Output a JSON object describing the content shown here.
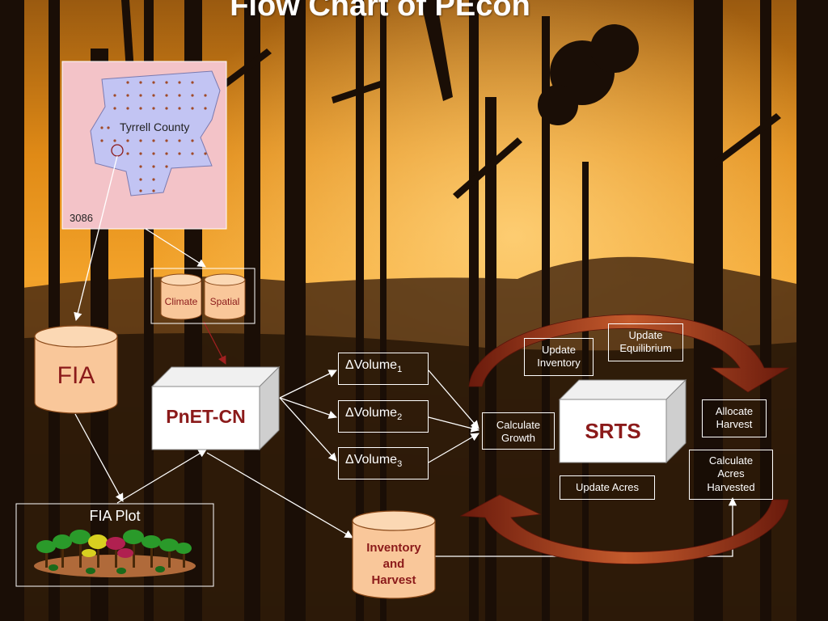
{
  "title": "Flow Chart of PEcon",
  "map": {
    "county_label": "Tyrrell County",
    "plot_count": "3086"
  },
  "databases": {
    "climate": "Climate",
    "spatial": "Spatial"
  },
  "fia": "FIA",
  "pnet": "PnET-CN",
  "volumes": [
    {
      "label": "ΔVolume",
      "sub": "1"
    },
    {
      "label": "ΔVolume",
      "sub": "2"
    },
    {
      "label": "ΔVolume",
      "sub": "3"
    }
  ],
  "calculate_growth": "Calculate Growth",
  "srts": "SRTS",
  "update_inventory": "Update Inventory",
  "update_equilibrium": "Update Equilibrium",
  "allocate_harvest": "Allocate Harvest",
  "calculate_acres_harvested": "Calculate Acres Harvested",
  "update_acres": "Update Acres",
  "fia_plot": "FIA Plot",
  "inventory_harvest": [
    "Inventory",
    "and",
    "Harvest"
  ],
  "colors": {
    "cylinder_fill": "#f9c79a",
    "cylinder_text": "#8b1a1a",
    "map_bg": "#f3c3c8",
    "county_fill": "#c2c4f3",
    "loop_arrow": "#a03a22"
  }
}
